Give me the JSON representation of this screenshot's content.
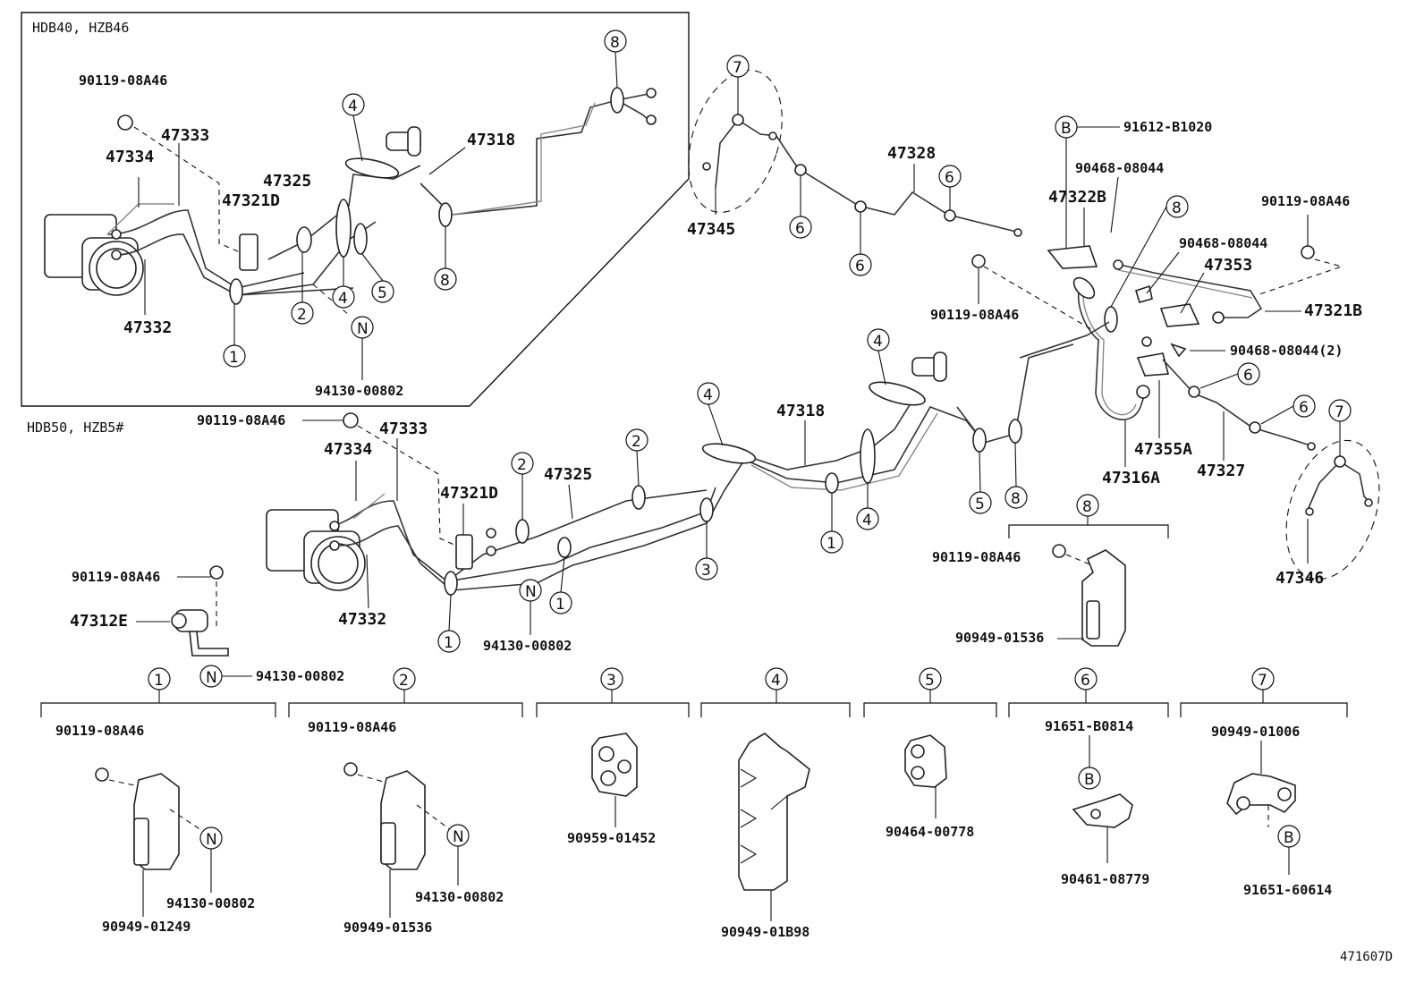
{
  "variants": {
    "upper": "HDB40, HZB46",
    "lower": "HDB50, HZB5#"
  },
  "callouts": [
    "1",
    "2",
    "3",
    "4",
    "5",
    "6",
    "7",
    "8",
    "N",
    "B"
  ],
  "parts": {
    "p47333": "47333",
    "p47334": "47334",
    "p47332": "47332",
    "p47325": "47325",
    "p47321D": "47321D",
    "p47318": "47318",
    "p47328": "47328",
    "p47345": "47345",
    "p47346": "47346",
    "p47322B": "47322B",
    "p47353": "47353",
    "p47321B": "47321B",
    "p47355A": "47355A",
    "p47316A": "47316A",
    "p47327": "47327",
    "p47312E": "47312E",
    "bolt": "90119-08A46",
    "nut": "94130-00802",
    "clip_1": "90949-01249",
    "clip_2": "90949-01536",
    "clip_3": "90959-01452",
    "clip_4": "90949-01B98",
    "clip_5": "90464-00778",
    "clip_6": "90461-08779",
    "clip_7": "90949-01006",
    "screw_6": "91651-B0814",
    "screw_7": "91651-60614",
    "screw_b": "91612-B1020",
    "clip_spring": "90468-08044",
    "clip_spring_2": "90468-08044(2)"
  },
  "figure_id": "471607D"
}
